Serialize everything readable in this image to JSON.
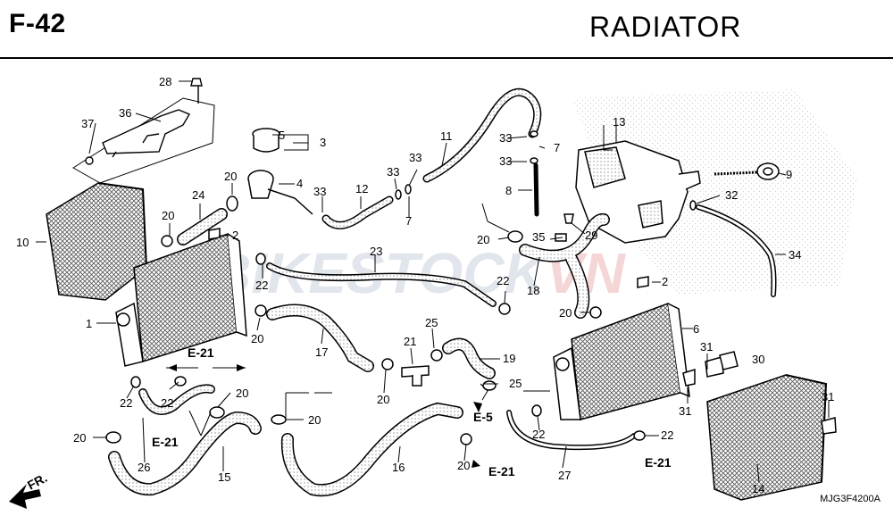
{
  "header": {
    "code": "F-42",
    "title": "RADIATOR"
  },
  "drawing_code": "MJG3F4200A",
  "watermark": {
    "part1": "BIKESTOCK",
    "part2": "VN"
  },
  "front_arrow": "FR.",
  "refs": {
    "e21": "E-21",
    "e5": "E-5"
  },
  "parts": {
    "p1": "1",
    "p2": "2",
    "p3": "3",
    "p4": "4",
    "p5": "5",
    "p6": "6",
    "p7": "7",
    "p8": "8",
    "p9": "9",
    "p10": "10",
    "p11": "11",
    "p12": "12",
    "p13": "13",
    "p14": "14",
    "p15": "15",
    "p16": "16",
    "p17": "17",
    "p18": "18",
    "p19": "19",
    "p20": "20",
    "p21": "21",
    "p22": "22",
    "p23": "23",
    "p24": "24",
    "p25": "25",
    "p26": "26",
    "p27": "27",
    "p28": "28",
    "p29": "29",
    "p30": "30",
    "p31": "31",
    "p32": "32",
    "p33": "33",
    "p34": "34",
    "p35": "35",
    "p36": "36",
    "p37": "37"
  },
  "colors": {
    "ink": "#000000",
    "watermark_main": "#d8dde6",
    "watermark_accent": "#f1c9c9",
    "hose_fill": "#ffffff",
    "mesh": "#555555"
  }
}
